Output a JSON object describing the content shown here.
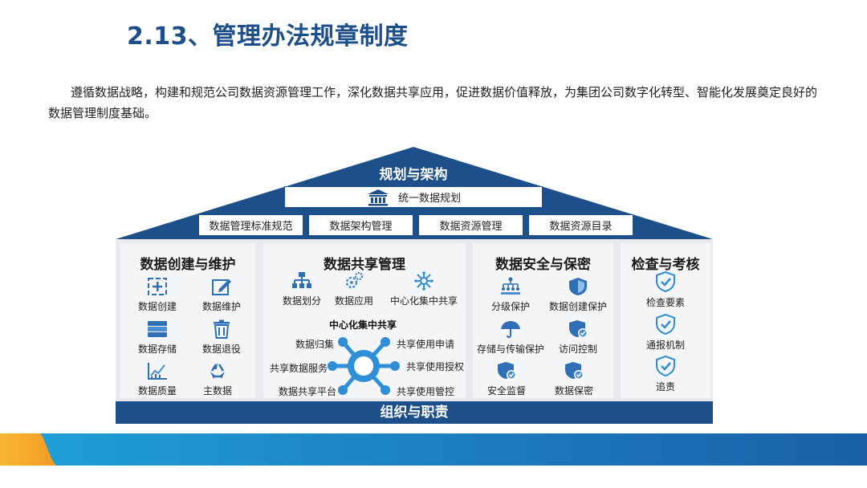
{
  "header": {
    "title": "2.13、管理办法规章制度",
    "intro": "遵循数据战略，构建和规范公司数据资源管理工作，深化数据共享应用，促进数据价值释放，为集团公司数字化转型、智能化发展奠定良好的数据管理制度基础。"
  },
  "roof": {
    "title": "规划与架构",
    "unified": "统一数据规划",
    "items": [
      "数据管理标准规范",
      "数据架构管理",
      "数据资源管理",
      "数据资源目录"
    ]
  },
  "columns": {
    "create": {
      "title": "数据创建与维护",
      "items": [
        "数据创建",
        "数据维护",
        "数据存储",
        "数据退役",
        "数据质量",
        "主数据"
      ]
    },
    "share": {
      "title": "数据共享管理",
      "top_items": [
        "数据划分",
        "数据应用",
        "中心化集中共享"
      ],
      "hub_title": "中心化集中共享",
      "hub_left": [
        "数据归集",
        "共享数据服务",
        "数据共享平台"
      ],
      "hub_right": [
        "共享使用申请",
        "共享使用授权",
        "共享使用管控"
      ]
    },
    "security": {
      "title": "数据安全与保密",
      "items": [
        "分级保护",
        "数据创建保护",
        "存储与传输保护",
        "访问控制",
        "安全监督",
        "数据保密"
      ]
    },
    "audit": {
      "title": "检查与考核",
      "items": [
        "检查要素",
        "通报机制",
        "追责"
      ]
    }
  },
  "foundation": {
    "label": "组织与职责"
  },
  "colors": {
    "primary": "#1d4f8a",
    "accent": "#2f8ed8",
    "orange": "#f5a623"
  }
}
